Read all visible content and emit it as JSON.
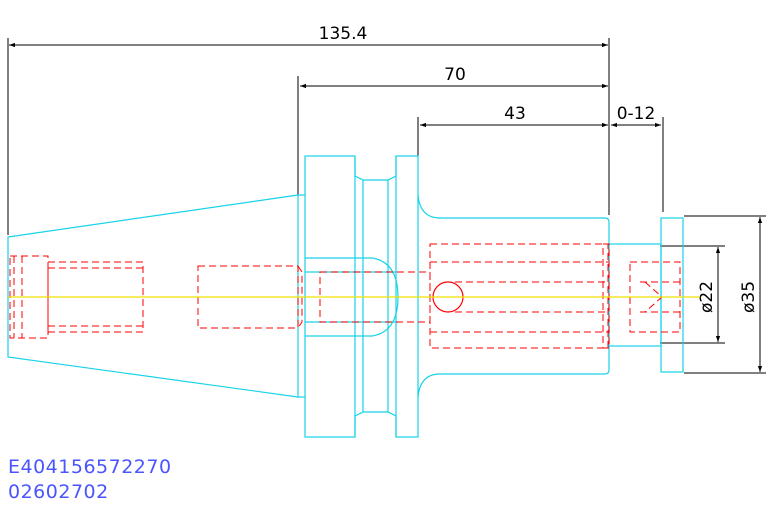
{
  "dimensions": {
    "overall_length": "135.4",
    "gauge_length": "70",
    "body_length": "43",
    "adjust_range": "0-12",
    "inner_diameter": "ø22",
    "outer_diameter": "ø35"
  },
  "part_code": {
    "line1": "E404156572270",
    "line2": "02602702"
  },
  "colors": {
    "outline": "#19d3e8",
    "hidden_lines": "#ff0000",
    "centerline": "#f0e000",
    "dimension": "#000000",
    "part_code": "#4a55ff"
  }
}
